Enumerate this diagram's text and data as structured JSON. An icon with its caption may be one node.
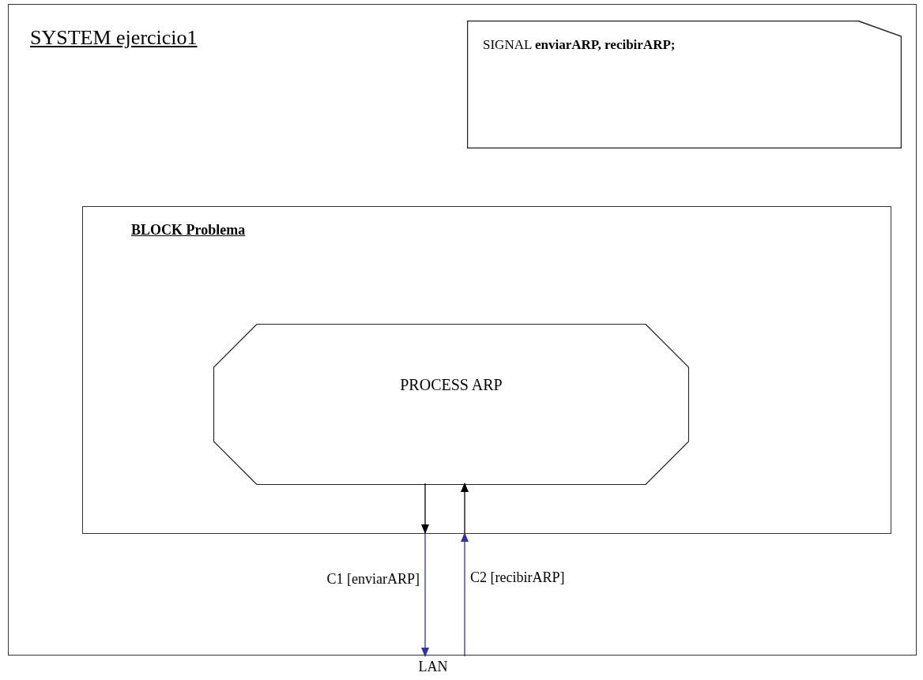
{
  "diagram": {
    "nodes": [
      {
        "text": [
          "SYSTEM ejercicio1"
        ]
      },
      {
        "text": [
          "SIGNAL **enviarARP, recibirARP;**"
        ],
        "in": 0
      },
      {
        "text": [
          "BLOCK Problema"
        ],
        "in": 0
      },
      {
        "text": [
          "PROCESS ARP"
        ],
        "in": 2
      },
      {
        "text": [
          "LAN"
        ]
      }
    ],
    "edges": [
      {
        "from": 3,
        "to": 2,
        "arrow": "to"
      },
      {
        "from": 2,
        "to": 3,
        "arrow": "to"
      },
      {
        "from": 2,
        "to": 4,
        "arrow": "to",
        "label": "C1 [enviarARP]",
        "color": "#333399"
      },
      {
        "from": 4,
        "to": 2,
        "arrow": "to",
        "label": "C2 [recibirARP]",
        "color": "#333399"
      }
    ]
  }
}
